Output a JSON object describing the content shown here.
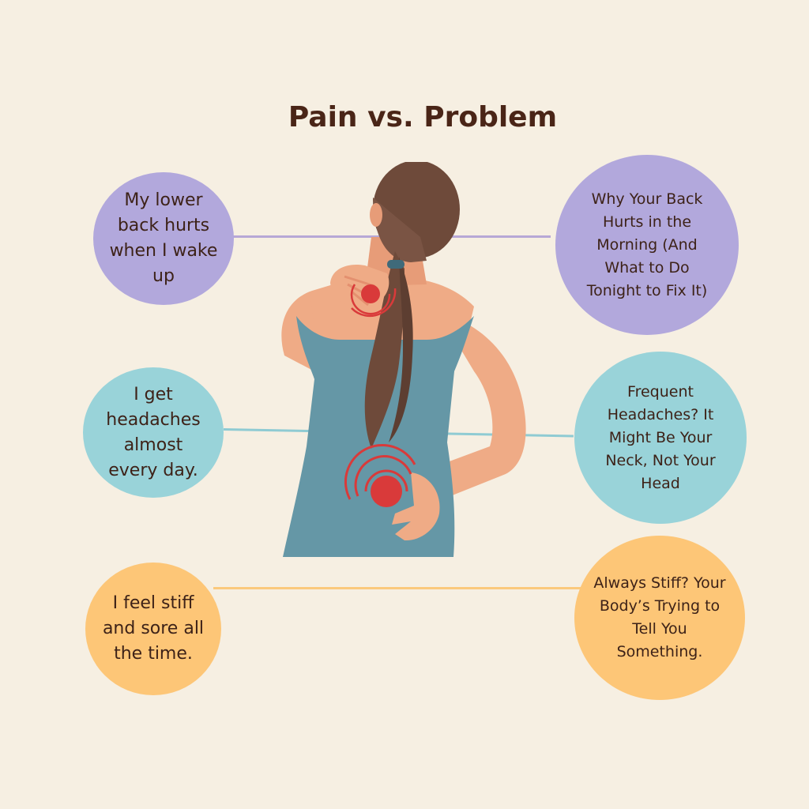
{
  "title": "Pain vs. Problem",
  "colors": {
    "background": "#f6efe2",
    "title": "#4a2517",
    "purple": "#b2a8dc",
    "teal": "#99d3d9",
    "orange": "#fdc677",
    "pain_marker": "#d93a3a",
    "skin": "#efab86",
    "hair": "#6e4a3a",
    "top": "#6597a6"
  },
  "rows": [
    {
      "pain": "My lower back hurts when I wake up",
      "problem": "Why Your Back Hurts in the Morning (And What to Do Tonight to Fix It)"
    },
    {
      "pain": "I get headaches almost every day.",
      "problem": "Frequent Headaches? It Might Be Your Neck, Not Your Head"
    },
    {
      "pain": "I feel stiff and sore all the time.",
      "problem": "Always Stiff? Your Body’s Trying to Tell You Something."
    }
  ],
  "illustration": "woman-neck-and-back-pain-icon"
}
